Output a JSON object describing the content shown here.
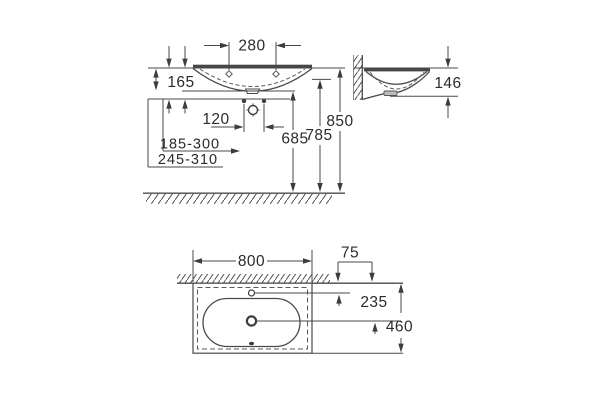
{
  "drawing": {
    "front_view": {
      "hole_spacing": "280",
      "basin_height": "165",
      "supply_spacing": "120",
      "range_inner": "185-300",
      "range_outer": "245-310",
      "drain_height": "685",
      "mid_height": "785",
      "rim_height": "850"
    },
    "side_view": {
      "edge_height": "146"
    },
    "plan_view": {
      "width": "800",
      "tap_hole_offset": "75",
      "drain_offset": "235",
      "depth": "460"
    }
  }
}
